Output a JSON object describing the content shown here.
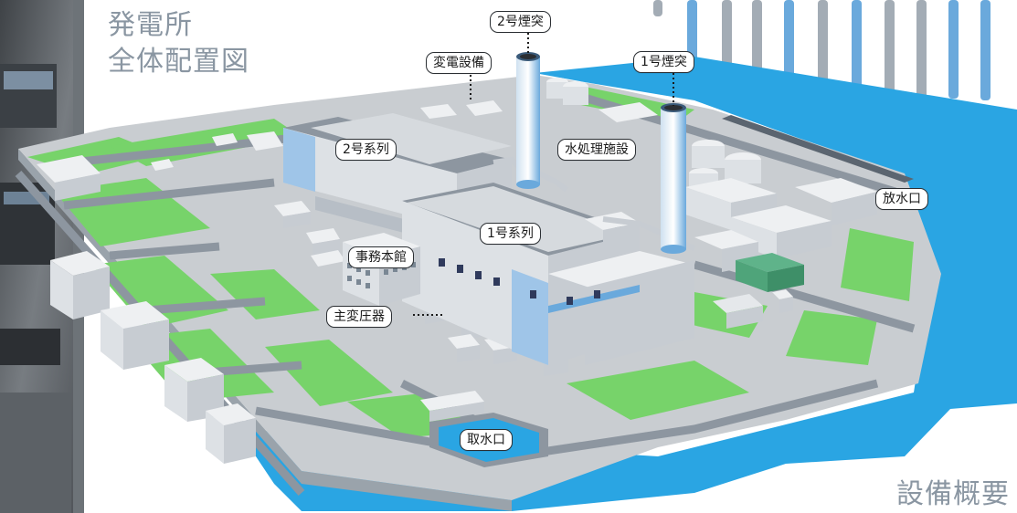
{
  "title_lines": [
    "発電所",
    "全体配置図"
  ],
  "subtitle": "設備概要",
  "labels": {
    "stack2": "2号煙突",
    "stack1": "1号煙突",
    "substation": "変電設備",
    "unit2": "2号系列",
    "water_treatment": "水処理施設",
    "outfall": "放水口",
    "unit1": "1号系列",
    "admin": "事務本館",
    "transformer": "主変圧器",
    "intake": "取水口"
  },
  "colors": {
    "sea": "#2aa5e3",
    "grass": "#77d36a",
    "road": "#8d96a0",
    "ground": "#c9cdd1",
    "building_top": "#eef0f2",
    "building_side": "#c7ccd2",
    "accent_blue": "#6aa9dc",
    "stripe_grey": "#a3acb5",
    "title_grey": "#8a96a2"
  }
}
